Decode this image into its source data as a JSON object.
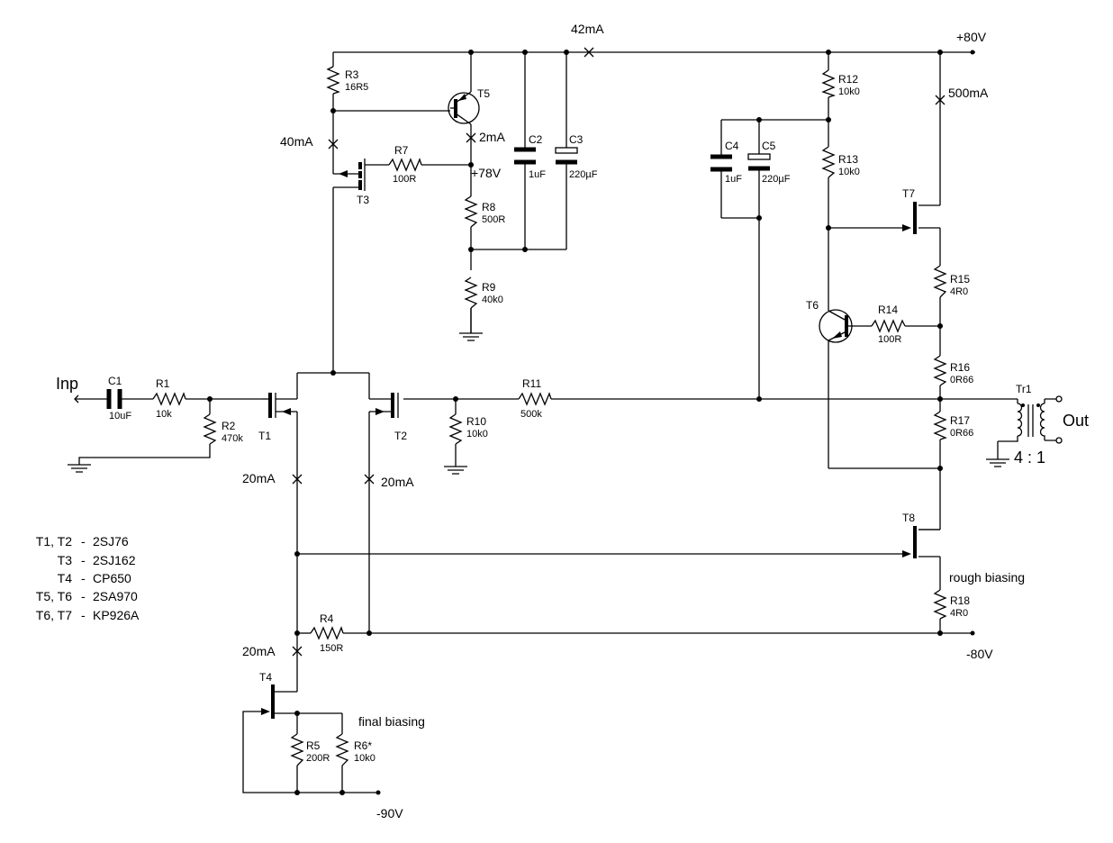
{
  "rails": {
    "pos": "+80V",
    "neg": "-80V",
    "bias_neg": "-90V",
    "mid": "+78V"
  },
  "io": {
    "input": "Inp",
    "output": "Out",
    "ratio": "4 : 1",
    "transformer": "Tr1"
  },
  "currents": {
    "top": "42mA",
    "t7": "500mA",
    "t3": "40mA",
    "t5": "2mA",
    "t1": "20mA",
    "t2": "20mA",
    "t4": "20mA"
  },
  "notes": {
    "rough": "rough biasing",
    "final": "final biasing"
  },
  "components": {
    "C1": {
      "name": "C1",
      "value": "10uF"
    },
    "R1": {
      "name": "R1",
      "value": "10k"
    },
    "R2": {
      "name": "R2",
      "value": "470k"
    },
    "R3": {
      "name": "R3",
      "value": "16R5"
    },
    "R4": {
      "name": "R4",
      "value": "150R"
    },
    "R5": {
      "name": "R5",
      "value": "200R"
    },
    "R6": {
      "name": "R6*",
      "value": "10k0"
    },
    "R7": {
      "name": "R7",
      "value": "100R"
    },
    "R8": {
      "name": "R8",
      "value": "500R"
    },
    "R9": {
      "name": "R9",
      "value": "40k0"
    },
    "R10": {
      "name": "R10",
      "value": "10k0"
    },
    "R11": {
      "name": "R11",
      "value": "500k"
    },
    "R12": {
      "name": "R12",
      "value": "10k0"
    },
    "R13": {
      "name": "R13",
      "value": "10k0"
    },
    "R14": {
      "name": "R14",
      "value": "100R"
    },
    "R15": {
      "name": "R15",
      "value": "4R0"
    },
    "R16": {
      "name": "R16",
      "value": "0R66"
    },
    "R17": {
      "name": "R17",
      "value": "0R66"
    },
    "R18": {
      "name": "R18",
      "value": "4R0"
    },
    "C2": {
      "name": "C2",
      "value": "1uF"
    },
    "C3": {
      "name": "C3",
      "value": "220µF"
    },
    "C4": {
      "name": "C4",
      "value": "1uF"
    },
    "C5": {
      "name": "C5",
      "value": "220µF"
    },
    "T1": {
      "name": "T1"
    },
    "T2": {
      "name": "T2"
    },
    "T3": {
      "name": "T3"
    },
    "T4": {
      "name": "T4"
    },
    "T5": {
      "name": "T5"
    },
    "T6": {
      "name": "T6"
    },
    "T7": {
      "name": "T7"
    },
    "T8": {
      "name": "T8"
    }
  },
  "legend": [
    {
      "parts": "T1, T2",
      "dash": "-",
      "type": "2SJ76"
    },
    {
      "parts": "T3",
      "dash": "-",
      "type": "2SJ162"
    },
    {
      "parts": "T4",
      "dash": "-",
      "type": "CP650"
    },
    {
      "parts": "T5, T6",
      "dash": "-",
      "type": "2SA970"
    },
    {
      "parts": "T6, T7",
      "dash": "-",
      "type": "KP926A"
    }
  ]
}
